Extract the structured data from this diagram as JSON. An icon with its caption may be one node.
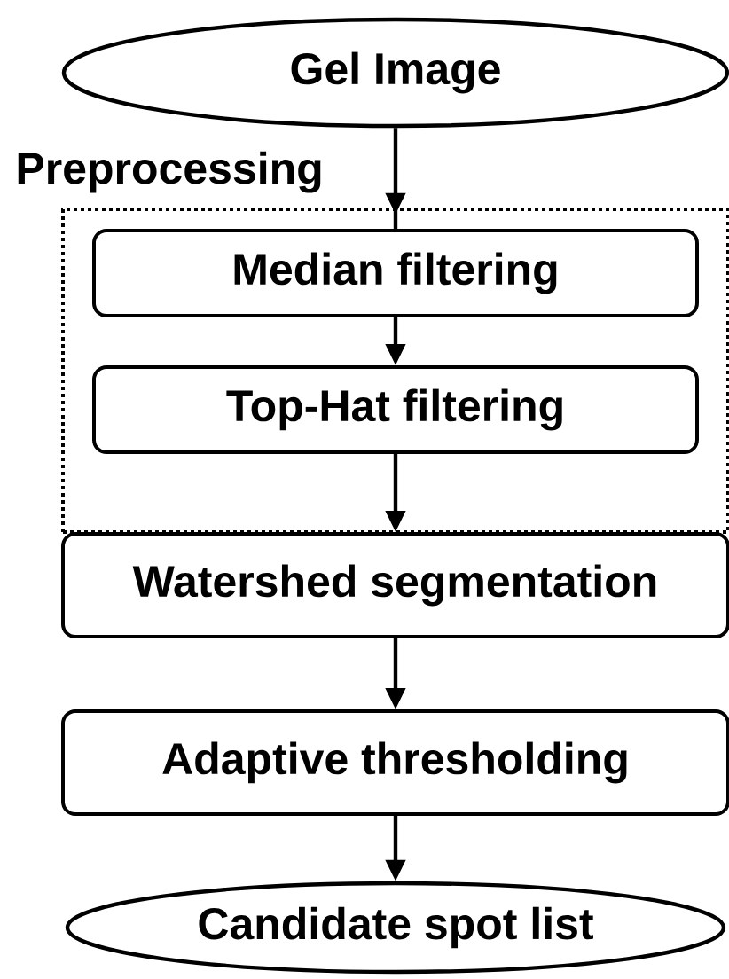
{
  "diagram": {
    "nodes": [
      {
        "text": [
          "Gel Image"
        ]
      },
      {
        "text": [
          "Preprocessing"
        ]
      },
      {
        "text": [
          "Median filtering"
        ],
        "in": 1
      },
      {
        "text": [
          "Top-Hat filtering"
        ],
        "in": 1
      },
      {
        "text": [
          "Watershed segmentation"
        ]
      },
      {
        "text": [
          "Adaptive thresholding"
        ]
      },
      {
        "text": [
          "Candidate spot list"
        ]
      }
    ],
    "edges": [
      {
        "from": 0,
        "to": 2,
        "arrow": "to"
      },
      {
        "from": 2,
        "to": 3,
        "arrow": "to"
      },
      {
        "from": 3,
        "to": 4,
        "arrow": "to"
      },
      {
        "from": 4,
        "to": 5,
        "arrow": "to"
      },
      {
        "from": 5,
        "to": 6,
        "arrow": "to"
      }
    ]
  }
}
